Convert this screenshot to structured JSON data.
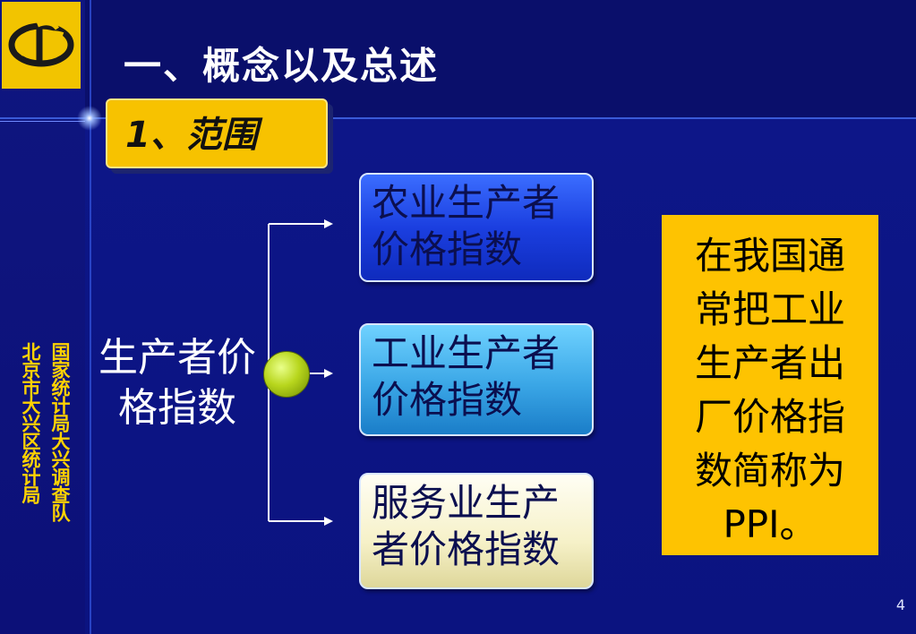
{
  "slide": {
    "title": "一、概念以及总述",
    "section_label": "1、范围",
    "page_number": "4"
  },
  "sidebar": {
    "org_line_1": "国家统计局大兴调查队",
    "org_line_2": "北京市大兴区统计局"
  },
  "diagram": {
    "main_topic": "生产者价格指数",
    "branches": [
      {
        "label": "农业生产者价格指数"
      },
      {
        "label": "工业生产者价格指数"
      },
      {
        "label": "服务业生产者价格指数"
      }
    ]
  },
  "note": {
    "text": "在我国通常把工业生产者出厂价格指数简称为PPI。"
  },
  "colors": {
    "background": "#0a0f6b",
    "accent_yellow": "#fec301",
    "title_white": "#ffffff",
    "node_green": "#b8d61d"
  },
  "icons": {
    "logo": "stats-bureau-logo-icon",
    "arrow": "arrow-right-icon"
  }
}
